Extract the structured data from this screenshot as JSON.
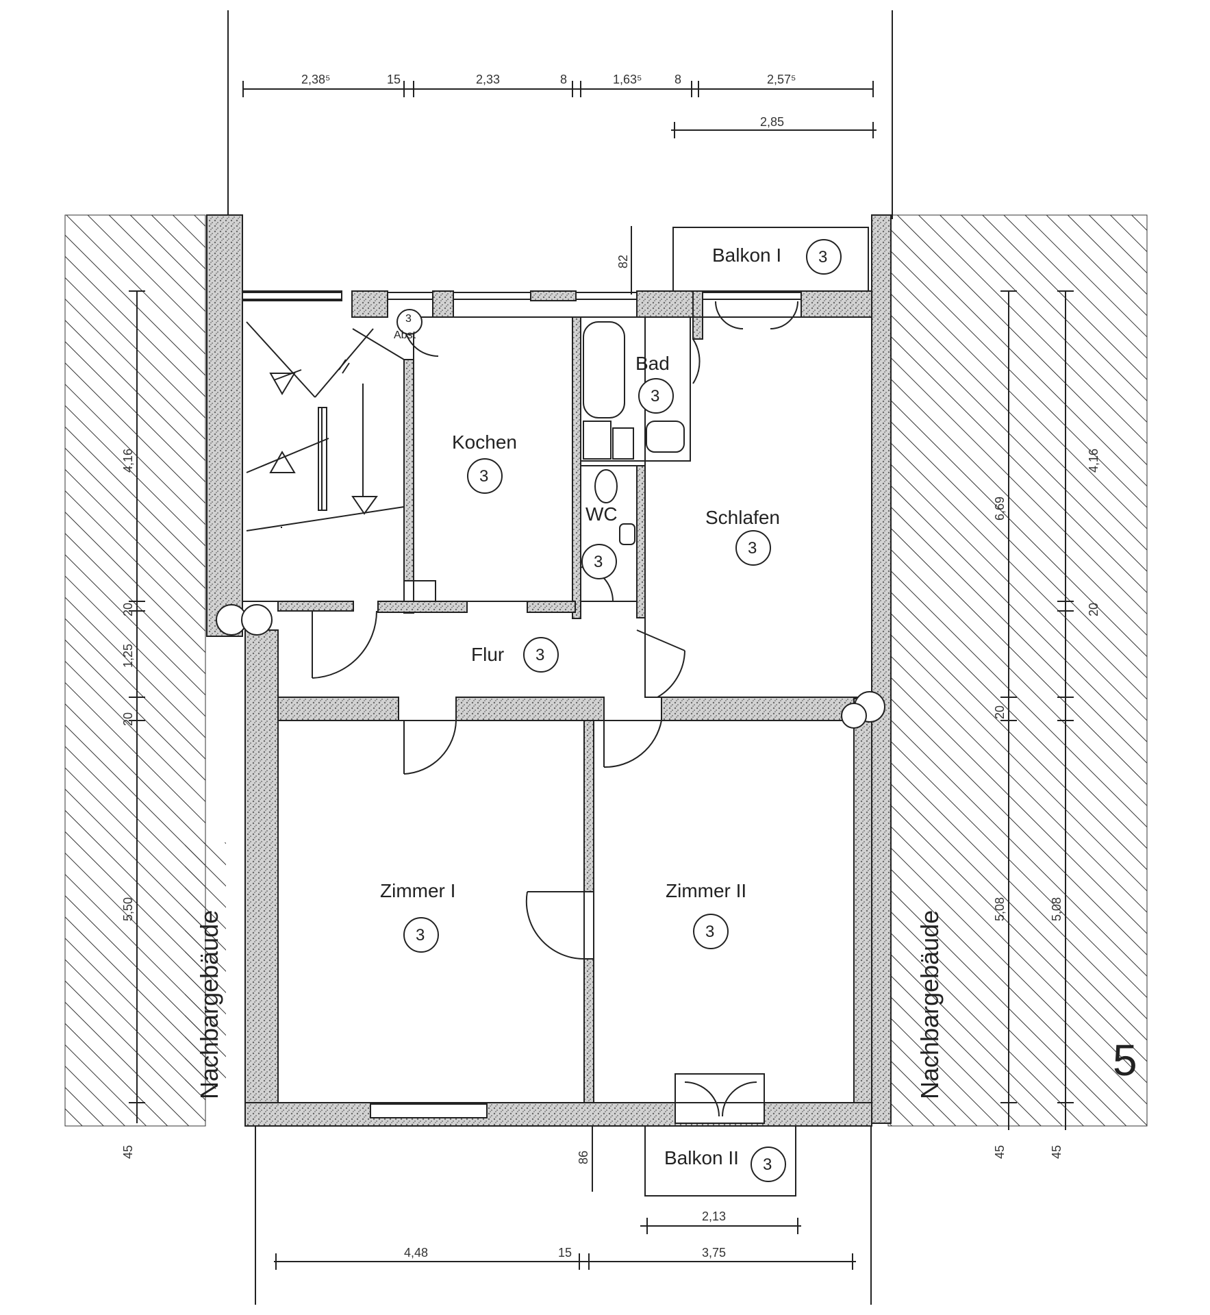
{
  "rooms": {
    "kochen": {
      "label": "Kochen",
      "number": "3"
    },
    "bad": {
      "label": "Bad",
      "number": "3"
    },
    "wc": {
      "label": "WC",
      "number": "3"
    },
    "schlafen": {
      "label": "Schlafen",
      "number": "3"
    },
    "flur": {
      "label": "Flur",
      "number": "3"
    },
    "zimmer1": {
      "label": "Zimmer I",
      "number": "3"
    },
    "zimmer2": {
      "label": "Zimmer II",
      "number": "3"
    },
    "balkon1": {
      "label": "Balkon I",
      "number": "3"
    },
    "balkon2": {
      "label": "Balkon II",
      "number": "3"
    },
    "abstellraum": {
      "label": "Abst",
      "number": "3"
    }
  },
  "neighbors": {
    "left": "Nachbargebäude",
    "right": "Nachbargebäude"
  },
  "sheet": {
    "number": "5"
  },
  "dimensions": {
    "top_row": [
      "2,38⁵",
      "15",
      "2,33",
      "8",
      "1,63⁵",
      "8",
      "2,57⁵"
    ],
    "top_second": "2,85",
    "balkon1_depth": "82",
    "bottom_row": [
      "4,48",
      "15",
      "3,75"
    ],
    "balkon2_width": "2,13",
    "balkon2_depth": "86",
    "left_vertical": [
      "4,16",
      "20",
      "1,25",
      "20",
      "5,50",
      "45"
    ],
    "right_vertical_a": [
      "6,69",
      "20",
      "5,08",
      "45"
    ],
    "right_vertical_b": [
      "4,16",
      "20",
      "5,08",
      "45"
    ]
  },
  "colors": {
    "line": "#222222",
    "wall_fill": "#bdbdbd",
    "hatch": "#333333",
    "background": "#ffffff"
  }
}
